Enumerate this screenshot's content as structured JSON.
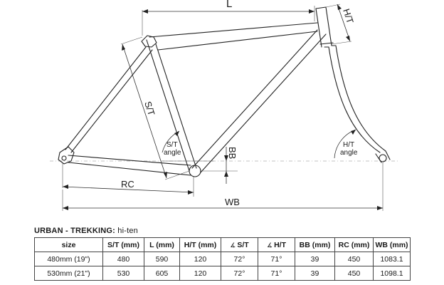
{
  "diagram": {
    "labels": {
      "top_tube": "L",
      "head_tube": "H/T",
      "seat_tube": "S/T",
      "seat_angle_line1": "S/T",
      "seat_angle_line2": "angle",
      "head_angle_line1": "H/T",
      "head_angle_line2": "angle",
      "bottom_bracket": "BB",
      "rear_center": "RC",
      "wheelbase": "WB"
    }
  },
  "table": {
    "title_bold": "URBAN - TREKKING:",
    "title_rest": "hi-ten",
    "angle_icon": "angle-icon",
    "headers": [
      "size",
      "S/T (mm)",
      "L (mm)",
      "H/T (mm)",
      "S/T",
      "H/T",
      "BB (mm)",
      "RC (mm)",
      "WB (mm)"
    ],
    "rows": [
      [
        "480mm (19\")",
        "480",
        "590",
        "120",
        "72°",
        "71°",
        "39",
        "450",
        "1083.1"
      ],
      [
        "530mm (21\")",
        "530",
        "605",
        "120",
        "72°",
        "71°",
        "39",
        "450",
        "1098.1"
      ]
    ]
  }
}
